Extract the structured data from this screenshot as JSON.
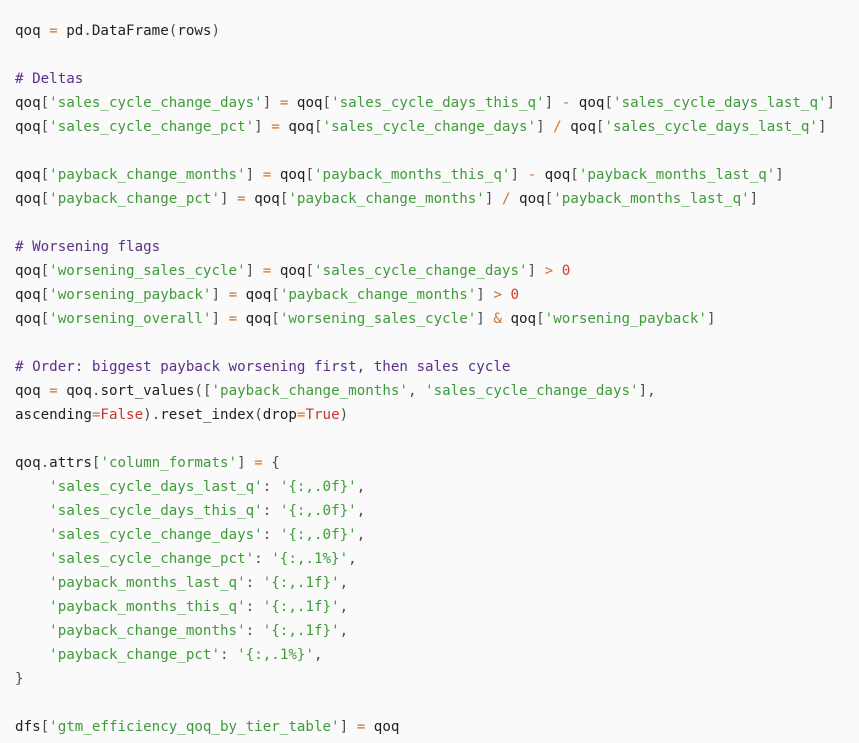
{
  "colors": {
    "background": "#fafafa",
    "text": "#1f1f1f",
    "string": "#3f9b3a",
    "comment": "#5b2f8a",
    "operator": "#d0712a",
    "number": "#d23a3a",
    "keyword": "#c4382e"
  },
  "code_lines": [
    [
      [
        "t",
        "qoq "
      ],
      [
        "o",
        "="
      ],
      [
        "t",
        " pd"
      ],
      [
        "p",
        "."
      ],
      [
        "t",
        "DataFrame"
      ],
      [
        "p",
        "("
      ],
      [
        "t",
        "rows"
      ],
      [
        "p",
        ")"
      ]
    ],
    [],
    [
      [
        "c",
        "# Deltas"
      ]
    ],
    [
      [
        "t",
        "qoq"
      ],
      [
        "p",
        "["
      ],
      [
        "s",
        "'sales_cycle_change_days'"
      ],
      [
        "p",
        "]"
      ],
      [
        "t",
        " "
      ],
      [
        "o",
        "="
      ],
      [
        "t",
        " qoq"
      ],
      [
        "p",
        "["
      ],
      [
        "s",
        "'sales_cycle_days_this_q'"
      ],
      [
        "p",
        "]"
      ],
      [
        "t",
        " "
      ],
      [
        "o",
        "-"
      ],
      [
        "t",
        " qoq"
      ],
      [
        "p",
        "["
      ],
      [
        "s",
        "'sales_cycle_days_last_q'"
      ],
      [
        "p",
        "]"
      ]
    ],
    [
      [
        "t",
        "qoq"
      ],
      [
        "p",
        "["
      ],
      [
        "s",
        "'sales_cycle_change_pct'"
      ],
      [
        "p",
        "]"
      ],
      [
        "t",
        " "
      ],
      [
        "o",
        "="
      ],
      [
        "t",
        " qoq"
      ],
      [
        "p",
        "["
      ],
      [
        "s",
        "'sales_cycle_change_days'"
      ],
      [
        "p",
        "]"
      ],
      [
        "t",
        " "
      ],
      [
        "o",
        "/"
      ],
      [
        "t",
        " qoq"
      ],
      [
        "p",
        "["
      ],
      [
        "s",
        "'sales_cycle_days_last_q'"
      ],
      [
        "p",
        "]"
      ]
    ],
    [],
    [
      [
        "t",
        "qoq"
      ],
      [
        "p",
        "["
      ],
      [
        "s",
        "'payback_change_months'"
      ],
      [
        "p",
        "]"
      ],
      [
        "t",
        " "
      ],
      [
        "o",
        "="
      ],
      [
        "t",
        " qoq"
      ],
      [
        "p",
        "["
      ],
      [
        "s",
        "'payback_months_this_q'"
      ],
      [
        "p",
        "]"
      ],
      [
        "t",
        " "
      ],
      [
        "o",
        "-"
      ],
      [
        "t",
        " qoq"
      ],
      [
        "p",
        "["
      ],
      [
        "s",
        "'payback_months_last_q'"
      ],
      [
        "p",
        "]"
      ]
    ],
    [
      [
        "t",
        "qoq"
      ],
      [
        "p",
        "["
      ],
      [
        "s",
        "'payback_change_pct'"
      ],
      [
        "p",
        "]"
      ],
      [
        "t",
        " "
      ],
      [
        "o",
        "="
      ],
      [
        "t",
        " qoq"
      ],
      [
        "p",
        "["
      ],
      [
        "s",
        "'payback_change_months'"
      ],
      [
        "p",
        "]"
      ],
      [
        "t",
        " "
      ],
      [
        "o",
        "/"
      ],
      [
        "t",
        " qoq"
      ],
      [
        "p",
        "["
      ],
      [
        "s",
        "'payback_months_last_q'"
      ],
      [
        "p",
        "]"
      ]
    ],
    [],
    [
      [
        "c",
        "# Worsening flags"
      ]
    ],
    [
      [
        "t",
        "qoq"
      ],
      [
        "p",
        "["
      ],
      [
        "s",
        "'worsening_sales_cycle'"
      ],
      [
        "p",
        "]"
      ],
      [
        "t",
        " "
      ],
      [
        "o",
        "="
      ],
      [
        "t",
        " qoq"
      ],
      [
        "p",
        "["
      ],
      [
        "s",
        "'sales_cycle_change_days'"
      ],
      [
        "p",
        "]"
      ],
      [
        "t",
        " "
      ],
      [
        "o",
        ">"
      ],
      [
        "t",
        " "
      ],
      [
        "n",
        "0"
      ]
    ],
    [
      [
        "t",
        "qoq"
      ],
      [
        "p",
        "["
      ],
      [
        "s",
        "'worsening_payback'"
      ],
      [
        "p",
        "]"
      ],
      [
        "t",
        " "
      ],
      [
        "o",
        "="
      ],
      [
        "t",
        " qoq"
      ],
      [
        "p",
        "["
      ],
      [
        "s",
        "'payback_change_months'"
      ],
      [
        "p",
        "]"
      ],
      [
        "t",
        " "
      ],
      [
        "o",
        ">"
      ],
      [
        "t",
        " "
      ],
      [
        "n",
        "0"
      ]
    ],
    [
      [
        "t",
        "qoq"
      ],
      [
        "p",
        "["
      ],
      [
        "s",
        "'worsening_overall'"
      ],
      [
        "p",
        "]"
      ],
      [
        "t",
        " "
      ],
      [
        "o",
        "="
      ],
      [
        "t",
        " qoq"
      ],
      [
        "p",
        "["
      ],
      [
        "s",
        "'worsening_sales_cycle'"
      ],
      [
        "p",
        "]"
      ],
      [
        "t",
        " "
      ],
      [
        "o",
        "&"
      ],
      [
        "t",
        " qoq"
      ],
      [
        "p",
        "["
      ],
      [
        "s",
        "'worsening_payback'"
      ],
      [
        "p",
        "]"
      ]
    ],
    [],
    [
      [
        "c",
        "# Order: biggest payback worsening first, then sales cycle"
      ]
    ],
    [
      [
        "t",
        "qoq "
      ],
      [
        "o",
        "="
      ],
      [
        "t",
        " qoq"
      ],
      [
        "p",
        "."
      ],
      [
        "t",
        "sort_values"
      ],
      [
        "p",
        "(["
      ],
      [
        "s",
        "'payback_change_months'"
      ],
      [
        "p",
        ","
      ],
      [
        "t",
        " "
      ],
      [
        "s",
        "'sales_cycle_change_days'"
      ],
      [
        "p",
        "],"
      ]
    ],
    [
      [
        "t",
        "ascending"
      ],
      [
        "o",
        "="
      ],
      [
        "k",
        "False"
      ],
      [
        "p",
        ")."
      ],
      [
        "t",
        "reset_index"
      ],
      [
        "p",
        "("
      ],
      [
        "t",
        "drop"
      ],
      [
        "o",
        "="
      ],
      [
        "k",
        "True"
      ],
      [
        "p",
        ")"
      ]
    ],
    [],
    [
      [
        "t",
        "qoq"
      ],
      [
        "p",
        "."
      ],
      [
        "t",
        "attrs"
      ],
      [
        "p",
        "["
      ],
      [
        "s",
        "'column_formats'"
      ],
      [
        "p",
        "]"
      ],
      [
        "t",
        " "
      ],
      [
        "o",
        "="
      ],
      [
        "t",
        " "
      ],
      [
        "p",
        "{"
      ]
    ],
    [
      [
        "t",
        "    "
      ],
      [
        "s",
        "'sales_cycle_days_last_q'"
      ],
      [
        "p",
        ":"
      ],
      [
        "t",
        " "
      ],
      [
        "s",
        "'{:,.0f}'"
      ],
      [
        "p",
        ","
      ]
    ],
    [
      [
        "t",
        "    "
      ],
      [
        "s",
        "'sales_cycle_days_this_q'"
      ],
      [
        "p",
        ":"
      ],
      [
        "t",
        " "
      ],
      [
        "s",
        "'{:,.0f}'"
      ],
      [
        "p",
        ","
      ]
    ],
    [
      [
        "t",
        "    "
      ],
      [
        "s",
        "'sales_cycle_change_days'"
      ],
      [
        "p",
        ":"
      ],
      [
        "t",
        " "
      ],
      [
        "s",
        "'{:,.0f}'"
      ],
      [
        "p",
        ","
      ]
    ],
    [
      [
        "t",
        "    "
      ],
      [
        "s",
        "'sales_cycle_change_pct'"
      ],
      [
        "p",
        ":"
      ],
      [
        "t",
        " "
      ],
      [
        "s",
        "'{:,.1%}'"
      ],
      [
        "p",
        ","
      ]
    ],
    [
      [
        "t",
        "    "
      ],
      [
        "s",
        "'payback_months_last_q'"
      ],
      [
        "p",
        ":"
      ],
      [
        "t",
        " "
      ],
      [
        "s",
        "'{:,.1f}'"
      ],
      [
        "p",
        ","
      ]
    ],
    [
      [
        "t",
        "    "
      ],
      [
        "s",
        "'payback_months_this_q'"
      ],
      [
        "p",
        ":"
      ],
      [
        "t",
        " "
      ],
      [
        "s",
        "'{:,.1f}'"
      ],
      [
        "p",
        ","
      ]
    ],
    [
      [
        "t",
        "    "
      ],
      [
        "s",
        "'payback_change_months'"
      ],
      [
        "p",
        ":"
      ],
      [
        "t",
        " "
      ],
      [
        "s",
        "'{:,.1f}'"
      ],
      [
        "p",
        ","
      ]
    ],
    [
      [
        "t",
        "    "
      ],
      [
        "s",
        "'payback_change_pct'"
      ],
      [
        "p",
        ":"
      ],
      [
        "t",
        " "
      ],
      [
        "s",
        "'{:,.1%}'"
      ],
      [
        "p",
        ","
      ]
    ],
    [
      [
        "p",
        "}"
      ]
    ],
    [],
    [
      [
        "t",
        "dfs"
      ],
      [
        "p",
        "["
      ],
      [
        "s",
        "'gtm_efficiency_qoq_by_tier_table'"
      ],
      [
        "p",
        "]"
      ],
      [
        "t",
        " "
      ],
      [
        "o",
        "="
      ],
      [
        "t",
        " qoq"
      ]
    ]
  ]
}
